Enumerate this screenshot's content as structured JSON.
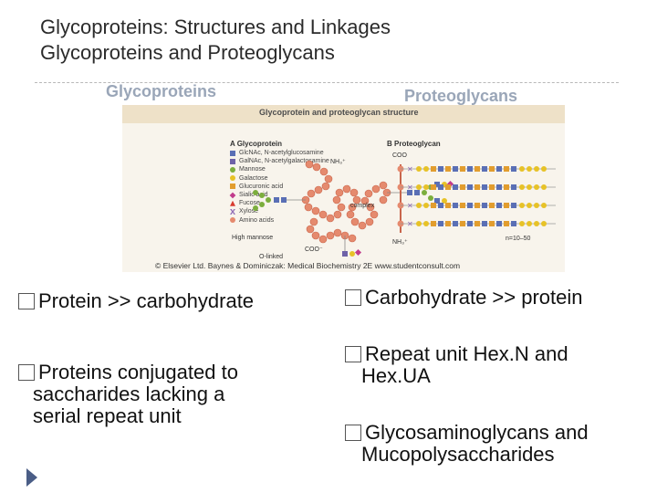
{
  "title": {
    "line1": "Glycoproteins: Structures and Linkages",
    "line2": "Glycoproteins and Proteoglycans"
  },
  "columns": {
    "left_header": "Glycoproteins",
    "right_header": "Proteoglycans"
  },
  "figure": {
    "title": "Glycoprotein and proteoglycan structure",
    "panel_a": "A Glycoprotein",
    "panel_b": "B Proteoglycan",
    "legend": [
      {
        "label": "GlcNAc, N-acetylglucosamine",
        "color": "#5a6fb5"
      },
      {
        "label": "GalNAc, N-acetylgalactosamine",
        "color": "#6f62a8"
      },
      {
        "label": "Mannose",
        "color": "#7cae3d"
      },
      {
        "label": "Galactose",
        "color": "#e7c227"
      },
      {
        "label": "Glucuronic acid",
        "color": "#e29d2e"
      },
      {
        "label": "Sialic acid",
        "color": "#c13c8c"
      },
      {
        "label": "Fucose",
        "color": "#d73a2f"
      },
      {
        "label": "Xylose",
        "color": "#8f6ab5"
      },
      {
        "label": "Amino acids",
        "color": "#e58a6e"
      }
    ],
    "labels": {
      "nh_a": "NH₃⁺",
      "high_mannose": "High mannose",
      "complex": "complex",
      "coo_a": "COO⁻",
      "o_linked": "O-linked",
      "coo_b": "COO",
      "n_range": "n=10–50",
      "nh_b": "NH₃⁺"
    },
    "credit": "© Elsevier Ltd. Baynes & Dominiczak: Medical Biochemistry 2E www.studentconsult.com"
  },
  "bullets_left": [
    {
      "text": "Protein >> carbohydrate"
    },
    {
      "line1": "Proteins conjugated to",
      "line2": "saccharides lacking a",
      "line3": "serial repeat unit"
    }
  ],
  "bullets_right": [
    {
      "text": "Carbohydrate >> protein"
    },
    {
      "line1": "Repeat unit Hex.N and",
      "line2": "Hex.UA"
    },
    {
      "line1": "Glycosaminoglycans and",
      "line2": "Mucopolysaccharides"
    }
  ],
  "colors": {
    "header_text": "#9aa6b8",
    "nav_arrow": "#4a5d86"
  }
}
